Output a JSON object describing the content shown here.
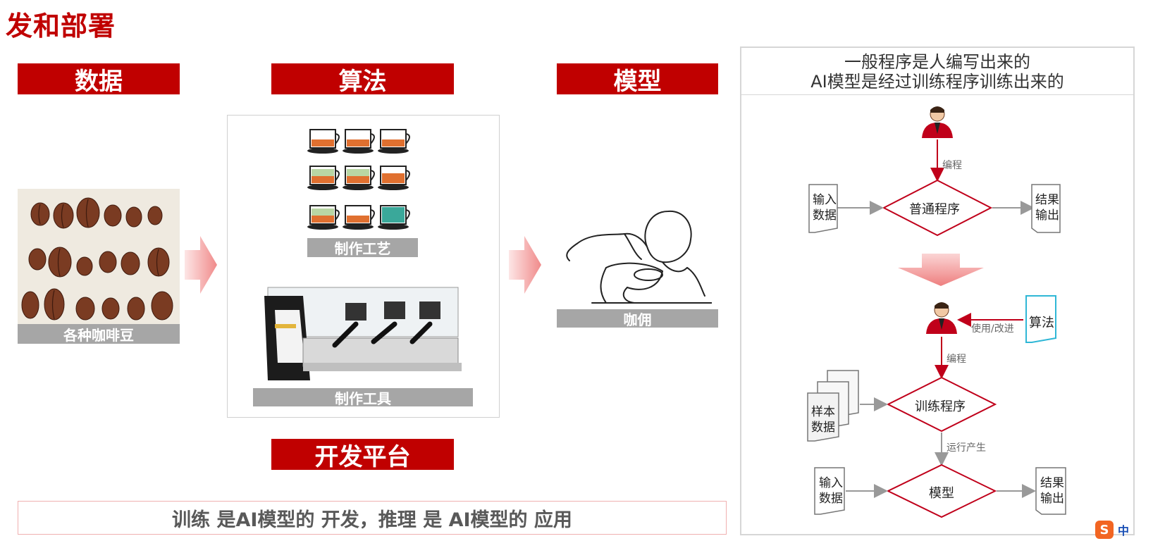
{
  "page_title": "发和部署",
  "sections": {
    "data": {
      "header": "数据",
      "caption": "各种咖啡豆"
    },
    "algorithm": {
      "header": "算法",
      "caption_process": "制作工艺",
      "caption_tool": "制作工具"
    },
    "model": {
      "header": "模型",
      "caption": "咖佣"
    },
    "platform": {
      "header": "开发平台"
    }
  },
  "bottom_statement": "训练 是AI模型的 开发，推理 是 AI模型的 应用",
  "right_panel": {
    "title_line1": "一般程序是人编写出来的",
    "title_line2": "AI模型是经过训练程序训练出来的",
    "top_flow": {
      "edge_program": "编程",
      "input_doc": [
        "输入",
        "数据"
      ],
      "process": "普通程序",
      "output_doc": [
        "结果",
        "输出"
      ]
    },
    "bottom_flow": {
      "algorithm_doc": "算法",
      "edge_use": "使用/改进",
      "edge_program": "编程",
      "sample_doc": [
        "样本",
        "数据"
      ],
      "process_train": "训练程序",
      "edge_run": "运行产生",
      "input_doc": [
        "输入",
        "数据"
      ],
      "process_model": "模型",
      "output_doc": [
        "结果",
        "输出"
      ]
    }
  },
  "ime_badge": "中",
  "colors": {
    "brand_red": "#c00000",
    "grey": "#a6a6a6",
    "diamond_red": "#c0001a",
    "algo_cyan": "#2fb7d6"
  }
}
